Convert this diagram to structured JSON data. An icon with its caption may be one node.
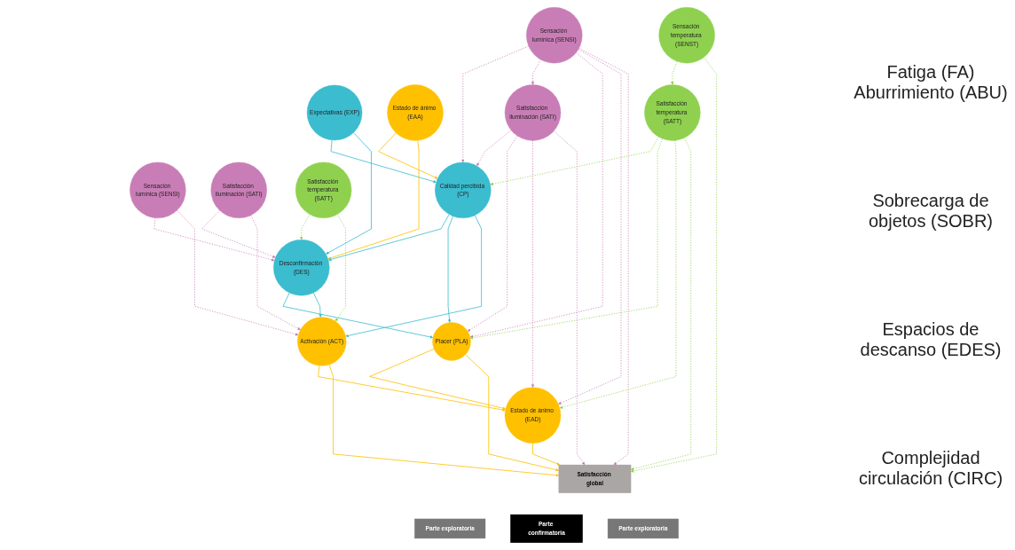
{
  "diagram": {
    "nodes": [
      {
        "text": [
          "Expectativas (EXP)"
        ]
      },
      {
        "text": [
          "Estado de ánimo (EAA)"
        ]
      },
      {
        "text": [
          "Calidad percibida (CP)"
        ]
      },
      {
        "text": [
          "Desconfirmación (DES)"
        ]
      },
      {
        "text": [
          "Placer (PLA)"
        ]
      },
      {
        "text": [
          "Activación (ACT)"
        ]
      },
      {
        "text": [
          "Estado de ánimo (EAD)"
        ]
      },
      {
        "text": [
          "Sensación lumínica (SENSI)"
        ]
      },
      {
        "text": [
          "Satisfacción iluminación (SATI)"
        ]
      },
      {
        "text": [
          "Sensación temperatura (SENST)"
        ]
      },
      {
        "text": [
          "Satisfacción temperatura (SATT)"
        ]
      },
      {
        "text": [
          "Sensación lumínica (SENSI)"
        ]
      },
      {
        "text": [
          "Satisfacción iluminación (SATI)"
        ]
      },
      {
        "text": [
          "Satisfacción temperatura (SATT)"
        ]
      },
      {
        "text": [
          "Satisfacción global"
        ]
      },
      {
        "text": [
          "Parte exploratoria"
        ]
      },
      {
        "text": [
          "Parte confirmatoria"
        ]
      },
      {
        "text": [
          "Parte exploratoria"
        ]
      }
    ],
    "edges": [
      {
        "from": 0,
        "to": 2,
        "arrow": "to",
        "color": "#3bbccf"
      },
      {
        "from": 0,
        "to": 3,
        "arrow": "to",
        "color": "#3bbccf"
      },
      {
        "from": 1,
        "to": 2,
        "arrow": "to",
        "color": "#ffc000"
      },
      {
        "from": 1,
        "to": 3,
        "arrow": "to",
        "color": "#ffc000"
      },
      {
        "from": 2,
        "to": 3,
        "arrow": "to",
        "color": "#3bbccf"
      },
      {
        "from": 2,
        "to": 4,
        "arrow": "to",
        "color": "#3bbccf"
      },
      {
        "from": 2,
        "to": 5,
        "arrow": "to",
        "color": "#3bbccf"
      },
      {
        "from": 3,
        "to": 4,
        "arrow": "to",
        "color": "#3bbccf"
      },
      {
        "from": 3,
        "to": 5,
        "arrow": "to",
        "color": "#3bbccf"
      },
      {
        "from": 4,
        "to": 6,
        "arrow": "to",
        "color": "#ffc000"
      },
      {
        "from": 5,
        "to": 6,
        "arrow": "to",
        "color": "#ffc000"
      },
      {
        "from": 4,
        "to": 14,
        "arrow": "to",
        "color": "#ffc000"
      },
      {
        "from": 6,
        "to": 14,
        "arrow": "to",
        "color": "#ffc000"
      },
      {
        "from": 5,
        "to": 14,
        "arrow": "to",
        "color": "#ffc000"
      },
      {
        "from": 7,
        "to": 2,
        "arrow": "to",
        "style": "dashed",
        "color": "#c97db6"
      },
      {
        "from": 7,
        "to": 8,
        "arrow": "to",
        "style": "dashed",
        "color": "#c97db6"
      },
      {
        "from": 7,
        "to": 4,
        "arrow": "to",
        "style": "dashed",
        "color": "#c97db6"
      },
      {
        "from": 7,
        "to": 6,
        "arrow": "to",
        "style": "dashed",
        "color": "#c97db6"
      },
      {
        "from": 7,
        "to": 14,
        "arrow": "to",
        "style": "dashed",
        "color": "#c97db6"
      },
      {
        "from": 8,
        "to": 2,
        "arrow": "to",
        "style": "dashed",
        "color": "#c97db6"
      },
      {
        "from": 8,
        "to": 4,
        "arrow": "to",
        "style": "dashed",
        "color": "#c97db6"
      },
      {
        "from": 8,
        "to": 6,
        "arrow": "to",
        "style": "dashed",
        "color": "#c97db6"
      },
      {
        "from": 8,
        "to": 14,
        "arrow": "to",
        "style": "dashed",
        "color": "#c97db6"
      },
      {
        "from": 9,
        "to": 10,
        "arrow": "to",
        "style": "dashed",
        "color": "#8fd14f"
      },
      {
        "from": 9,
        "to": 14,
        "arrow": "to",
        "style": "dashed",
        "color": "#8fd14f"
      },
      {
        "from": 10,
        "to": 2,
        "arrow": "to",
        "style": "dashed",
        "color": "#8fd14f"
      },
      {
        "from": 10,
        "to": 4,
        "arrow": "to",
        "style": "dashed",
        "color": "#8fd14f"
      },
      {
        "from": 10,
        "to": 6,
        "arrow": "to",
        "style": "dashed",
        "color": "#8fd14f"
      },
      {
        "from": 10,
        "to": 14,
        "arrow": "to",
        "style": "dashed",
        "color": "#8fd14f"
      },
      {
        "from": 11,
        "to": 3,
        "arrow": "to",
        "style": "dashed",
        "color": "#c97db6"
      },
      {
        "from": 11,
        "to": 5,
        "arrow": "to",
        "style": "dashed",
        "color": "#c97db6"
      },
      {
        "from": 12,
        "to": 3,
        "arrow": "to",
        "style": "dashed",
        "color": "#c97db6"
      },
      {
        "from": 12,
        "to": 5,
        "arrow": "to",
        "style": "dashed",
        "color": "#c97db6"
      },
      {
        "from": 13,
        "to": 3,
        "arrow": "to",
        "style": "dashed",
        "color": "#8fd14f"
      },
      {
        "from": 13,
        "to": 5,
        "arrow": "to",
        "style": "dashed",
        "color": "#8fd14f"
      }
    ],
    "labels": [
      "Fatiga (FA) Aburrimiento (ABU)",
      "Sobrecarga de objetos (SOBR)",
      "Espacios de descanso (EDES)",
      "Complejidad circulación (CIRC)"
    ]
  }
}
